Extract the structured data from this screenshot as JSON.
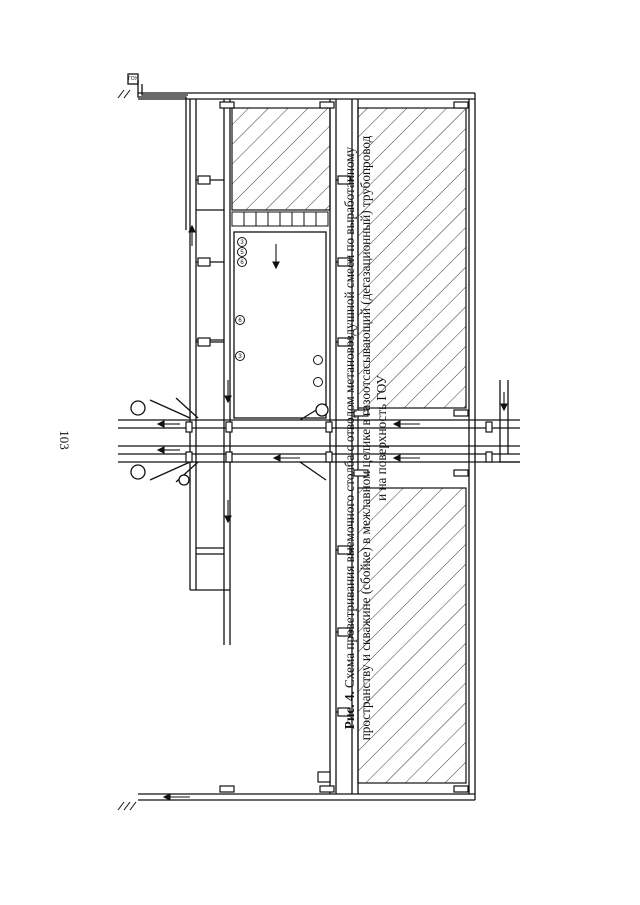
{
  "page_number": "103",
  "figure": {
    "label": "Рис. 4.",
    "caption_lines": [
      " Схема проветривания выемочного столба с отводом метановоздушной смеси по выработанному",
      "пространству и скважине (сбойке) в межлавном целике в газоотсасывающий (дегазационный) трубопровод",
      "и на поверхность ГОУ"
    ]
  },
  "diagram": {
    "number_markers": [
      "3",
      "5",
      "6",
      "6",
      "3"
    ],
    "small_label": "ГОУ"
  }
}
